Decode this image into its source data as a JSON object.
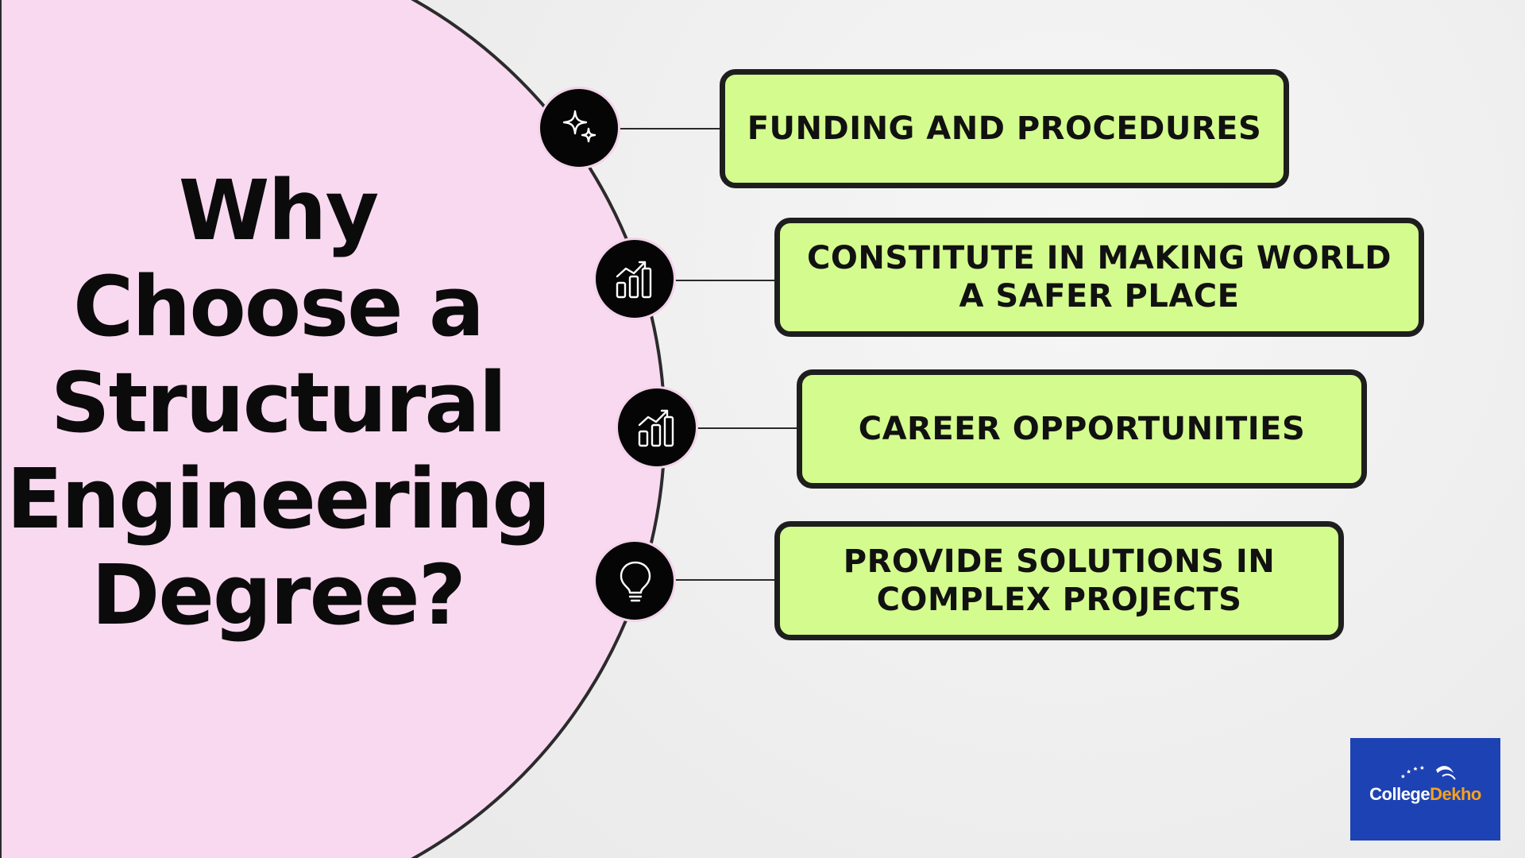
{
  "title": {
    "line1": "Why",
    "line2": "Choose a",
    "line3": "Structural",
    "line4": "Engineering",
    "line5": "Degree?"
  },
  "items": [
    {
      "label": "FUNDING AND PROCEDURES",
      "icon": "sparkle-icon"
    },
    {
      "label": "CONSTITUTE IN MAKING WORLD A SAFER PLACE",
      "icon": "growth-chart-icon"
    },
    {
      "label": "CAREER OPPORTUNITIES",
      "icon": "growth-chart-icon"
    },
    {
      "label": "PROVIDE SOLUTIONS IN COMPLEX PROJECTS",
      "icon": "lightbulb-icon"
    }
  ],
  "logo": {
    "part1": "College",
    "part2": "Dekho"
  },
  "colors": {
    "pink_panel": "#f9d9f0",
    "card_fill": "#d4fb8e",
    "card_border": "#1e1e1e",
    "icon_bg": "#050505",
    "logo_bg": "#1d42b4",
    "logo_accent": "#f7a21b"
  }
}
